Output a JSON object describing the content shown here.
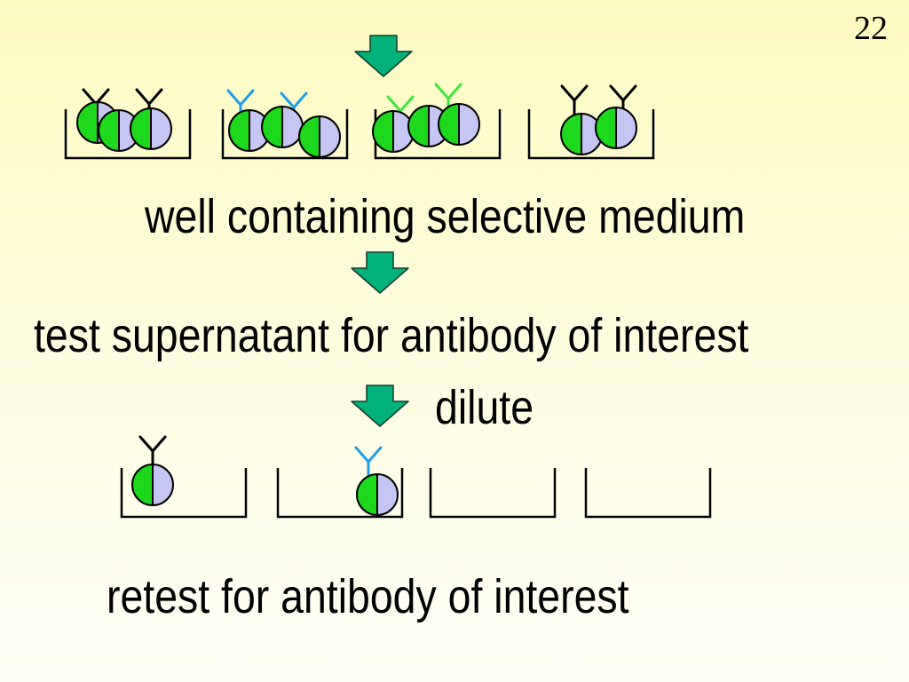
{
  "page_number": "22",
  "captions": {
    "well": "well containing selective medium",
    "test": "test supernatant for antibody of interest",
    "dilute": "dilute",
    "retest": "retest for antibody of interest"
  },
  "colors": {
    "arrow_fill": "#00b27a",
    "arrow_stroke": "#0f3c2c",
    "cell_green": "#1ed81e",
    "cell_lavender": "#c6c6f4",
    "antibody_black": "#000000",
    "antibody_blue": "#1f9de8",
    "antibody_green": "#3de83d",
    "well_outline": "#000000"
  },
  "icons": [
    "down-arrow-icon",
    "cell-icon",
    "antibody-icon",
    "well-icon"
  ]
}
